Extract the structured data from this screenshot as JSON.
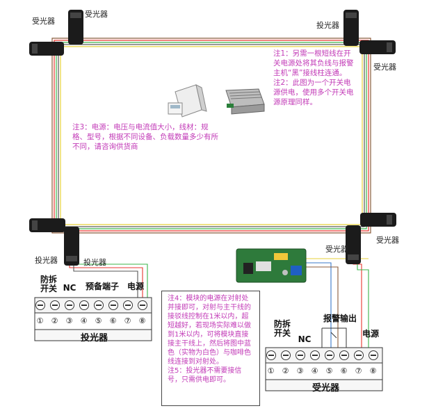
{
  "sensors": {
    "receiver_label": "受光器",
    "transmitter_label": "投光器"
  },
  "notes": {
    "note12": "注1：另需一根短线在开关电源处将其负线与报警主机“黑”接线柱连通。\n注2：此图为一个开关电源供电，使用多个开关电源原理同样。",
    "note3": "注3：电源：电压与电流值大小，线材：规格、型号，根据不同设备、负载数量多少有所不同，请咨询供货商",
    "note45": "注4：模块的电源在对射处并接即可，对射与主干线的接驳线控制在1米以内，超短越好，若现场实际难以做到1米以内，可将模块直接接主干线上，然后将图中蓝色（实物为白色）与咖啡色线连接到对射处。\n注5：投光器不需要接信号，只需供电即可。"
  },
  "transmitter_block": {
    "labels": [
      "防拆\n开关",
      "NC",
      "预备端子",
      "电源"
    ],
    "numbers": [
      "①",
      "②",
      "③",
      "④",
      "⑤",
      "⑥",
      "⑦",
      "⑧"
    ],
    "name": "投光器"
  },
  "receiver_block": {
    "labels": [
      "防拆\n开关",
      "NC",
      "报警输出",
      "电源"
    ],
    "numbers": [
      "①",
      "②",
      "③",
      "④",
      "⑤",
      "⑥",
      "⑦",
      "⑧"
    ],
    "name": "受光器"
  },
  "colors": {
    "red": "#e8362f",
    "green": "#3bb54a",
    "yellow": "#e6d23a",
    "brown": "#8a5a3a",
    "note_pink": "#c23ab7"
  }
}
